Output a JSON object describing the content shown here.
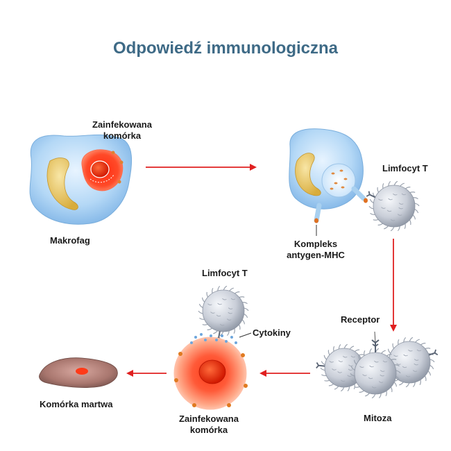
{
  "title": "Odpowiedź immunologiczna",
  "labels": {
    "infected_top_line1": "Zainfekowana",
    "infected_top_line2": "komórka",
    "macrophage": "Makrofag",
    "lymphocyte_top": "Limfocyt T",
    "complex_line1": "Kompleks",
    "complex_line2": "antygen-MHC",
    "receptor": "Receptor",
    "mitosis": "Mitoza",
    "lymphocyte_mid": "Limfocyt T",
    "cytokines": "Cytokiny",
    "infected_bottom_line1": "Zainfekowana",
    "infected_bottom_line2": "komórka",
    "dead_cell": "Komórka martwa"
  },
  "colors": {
    "title": "#3e6a86",
    "arrow": "#e02020",
    "cell_blue": "#9cc8ee",
    "nucleus_yellow": "#e6c25c",
    "infected_red": "#ff3a1a",
    "tcell_gray": "#c5cad4",
    "dead_cell": "#a0706a"
  }
}
